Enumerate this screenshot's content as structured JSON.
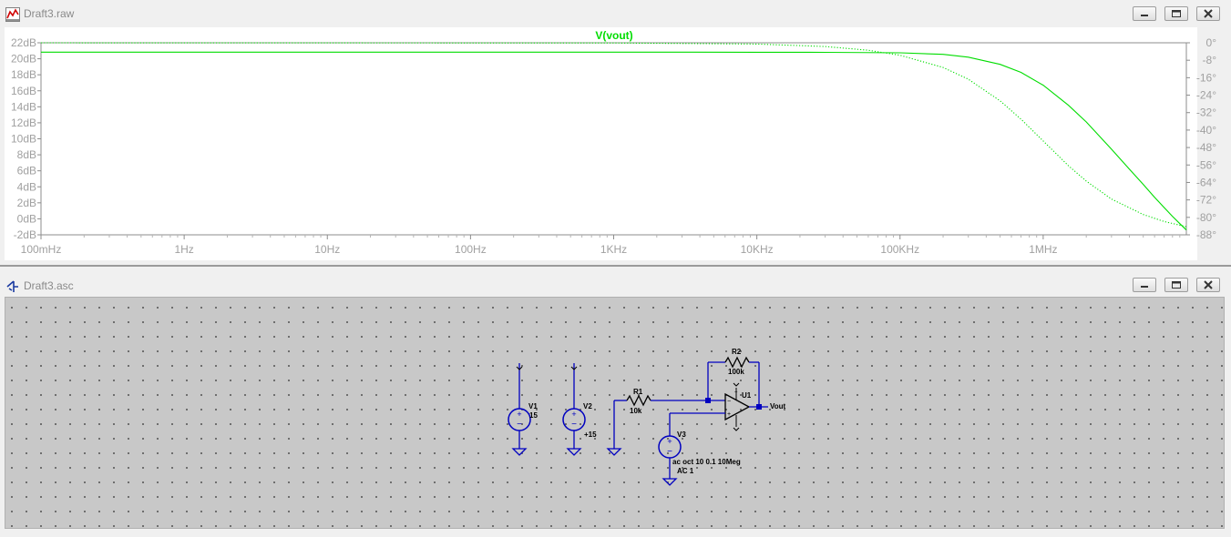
{
  "plot_window": {
    "title": "Draft3.raw",
    "icon": "waveform-icon",
    "controls": [
      "minimize-icon",
      "maximize-icon",
      "close-icon"
    ]
  },
  "schematic_window": {
    "title": "Draft3.asc",
    "icon": "schematic-icon",
    "controls": [
      "minimize-icon",
      "maximize-icon",
      "close-icon"
    ]
  },
  "colors": {
    "trace": "#00dd00",
    "wire": "#0000c0",
    "axis_text": "#a0a0a0",
    "sheet": "#c8c8c8"
  },
  "chart_data": {
    "type": "line",
    "title": "V(vout)",
    "x_scale": "log",
    "xlim": [
      0.1,
      10000000
    ],
    "x_ticks": [
      "100mHz",
      "1Hz",
      "10Hz",
      "100Hz",
      "1KHz",
      "10KHz",
      "100KHz",
      "1MHz"
    ],
    "y_left_ticks": [
      "22dB",
      "20dB",
      "18dB",
      "16dB",
      "14dB",
      "12dB",
      "10dB",
      "8dB",
      "6dB",
      "4dB",
      "2dB",
      "0dB",
      "-2dB"
    ],
    "y_right_ticks": [
      "0°",
      "-8°",
      "-16°",
      "-24°",
      "-32°",
      "-40°",
      "-48°",
      "-56°",
      "-64°",
      "-72°",
      "-80°",
      "-88°"
    ],
    "ylim_left": [
      -2,
      22
    ],
    "ylim_right": [
      -88,
      0
    ],
    "series": [
      {
        "style": "solid",
        "axis": "left",
        "points": [
          [
            0.1,
            20.83
          ],
          [
            1000,
            20.83
          ],
          [
            10000,
            20.82
          ],
          [
            30000,
            20.8
          ],
          [
            100000,
            20.75
          ],
          [
            200000,
            20.55
          ],
          [
            300000,
            20.2
          ],
          [
            500000,
            19.3
          ],
          [
            700000,
            18.3
          ],
          [
            1000000,
            16.7
          ],
          [
            1500000,
            14.2
          ],
          [
            2000000,
            12.1
          ],
          [
            3000000,
            8.7
          ],
          [
            4000000,
            6.2
          ],
          [
            5000000,
            4.3
          ],
          [
            6000000,
            2.7
          ],
          [
            7000000,
            1.4
          ],
          [
            8000000,
            0.3
          ],
          [
            9000000,
            -0.6
          ],
          [
            10000000,
            -1.4
          ]
        ]
      },
      {
        "style": "dotted",
        "axis": "right",
        "points": [
          [
            0.1,
            0
          ],
          [
            1000,
            -0.1
          ],
          [
            10000,
            -0.6
          ],
          [
            30000,
            -1.7
          ],
          [
            60000,
            -3.4
          ],
          [
            100000,
            -5.7
          ],
          [
            200000,
            -11.3
          ],
          [
            300000,
            -16.7
          ],
          [
            500000,
            -26.6
          ],
          [
            700000,
            -35.0
          ],
          [
            1000000,
            -45.0
          ],
          [
            1500000,
            -56.3
          ],
          [
            2000000,
            -63.4
          ],
          [
            3000000,
            -71.6
          ],
          [
            5000000,
            -78.7
          ],
          [
            7000000,
            -81.9
          ],
          [
            10000000,
            -84.3
          ]
        ]
      }
    ]
  },
  "schematic": {
    "v1": {
      "name": "V1",
      "value": "15"
    },
    "v2": {
      "name": "V2",
      "value": "+15"
    },
    "v3": {
      "name": "V3",
      "value1": "ac oct 10 0.1 10Meg",
      "value2": "AC 1"
    },
    "r1": {
      "name": "R1",
      "value": "10k"
    },
    "r2": {
      "name": "R2",
      "value": "100k"
    },
    "u1": {
      "name": "U1"
    },
    "vout": {
      "label": "Vout"
    }
  }
}
